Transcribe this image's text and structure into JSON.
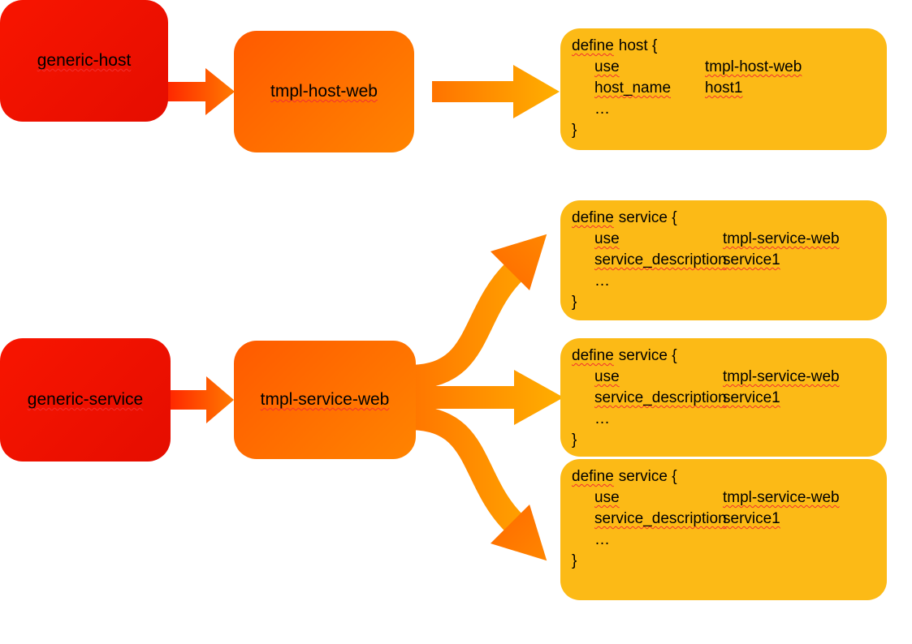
{
  "diagram_title": "nagios-template-inheritance-diagram",
  "host_flow": {
    "source_label": "generic-host",
    "template_label": "tmpl-host-web",
    "code": {
      "keyword": "define",
      "object_type": "host {",
      "use_key": "use",
      "use_value": "tmpl-host-web",
      "prop_key": "host_name",
      "prop_value": "host1",
      "ellipsis": "…",
      "closing": "}"
    }
  },
  "service_flow": {
    "source_label": "generic-service",
    "template_label": "tmpl-service-web",
    "instances": [
      {
        "keyword": "define",
        "object_type": "service {",
        "use_key": "use",
        "use_value": "tmpl-service-web",
        "prop_key": "service_description",
        "prop_value": "service1",
        "ellipsis": "…",
        "closing": "}"
      },
      {
        "keyword": "define",
        "object_type": "service {",
        "use_key": "use",
        "use_value": "tmpl-service-web",
        "prop_key": "service_description",
        "prop_value": "service1",
        "ellipsis": "…",
        "closing": "}"
      },
      {
        "keyword": "define",
        "object_type": "service {",
        "use_key": "use",
        "use_value": "tmpl-service-web",
        "prop_key": "service_description",
        "prop_value": "service1",
        "ellipsis": "…",
        "closing": "}"
      }
    ]
  },
  "colors": {
    "source_box_start": "#f81500",
    "source_box_end": "#e50d00",
    "template_box_start": "#ff5a00",
    "template_box_end": "#ff8400",
    "code_box": "#fcba16",
    "arrow_red_start": "#ff2600",
    "arrow_red_end": "#ff7b00",
    "arrow_orange_start": "#ff7300",
    "arrow_orange_end": "#ffb000",
    "squiggle": "#f23030"
  }
}
